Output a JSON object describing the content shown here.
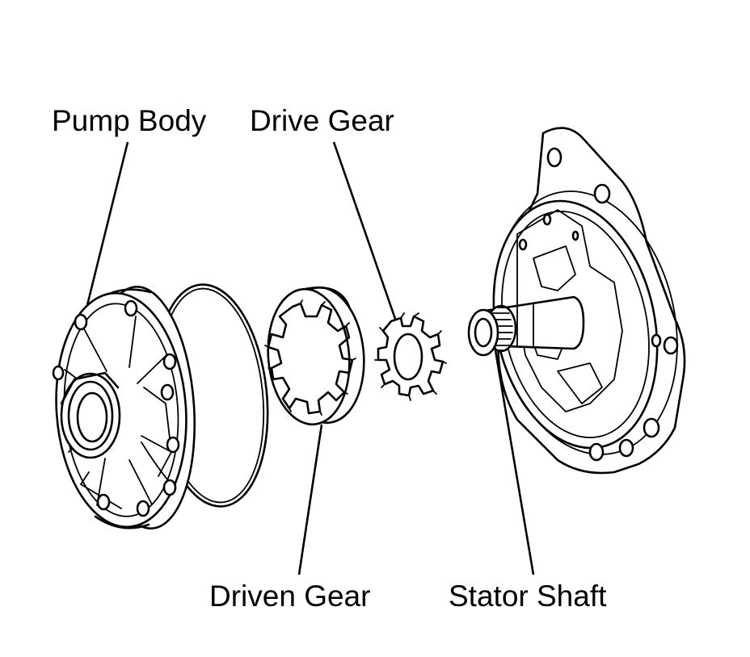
{
  "labels": {
    "pump_body": "Pump Body",
    "drive_gear": "Drive Gear",
    "driven_gear": "Driven Gear",
    "stator_shaft": "Stator Shaft"
  },
  "colors": {
    "line": "#000000",
    "background": "#ffffff"
  }
}
